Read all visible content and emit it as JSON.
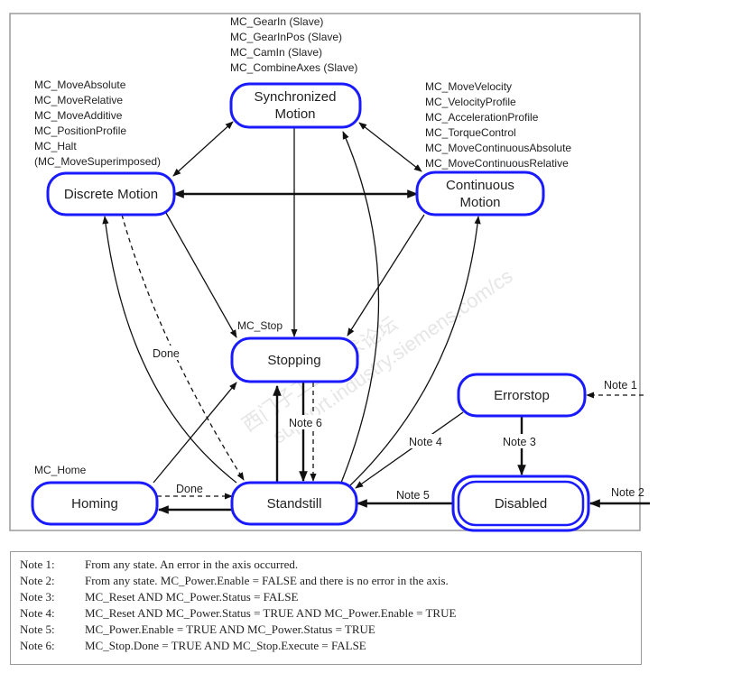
{
  "states": {
    "synchronized": {
      "line1": "Synchronized",
      "line2": "Motion"
    },
    "discrete": {
      "label": "Discrete Motion"
    },
    "continuous": {
      "line1": "Continuous",
      "line2": "Motion"
    },
    "stopping": {
      "label": "Stopping"
    },
    "errorstop": {
      "label": "Errorstop"
    },
    "homing": {
      "label": "Homing"
    },
    "standstill": {
      "label": "Standstill"
    },
    "disabled": {
      "label": "Disabled"
    }
  },
  "function_blocks": {
    "synchronized": [
      "MC_GearIn (Slave)",
      "MC_GearInPos (Slave)",
      "MC_CamIn (Slave)",
      "MC_CombineAxes (Slave)"
    ],
    "discrete": [
      "MC_MoveAbsolute",
      "MC_MoveRelative",
      "MC_MoveAdditive",
      "MC_PositionProfile",
      "MC_Halt",
      "(MC_MoveSuperimposed)"
    ],
    "continuous": [
      "MC_MoveVelocity",
      "MC_VelocityProfile",
      "MC_AccelerationProfile",
      "MC_TorqueControl",
      "MC_MoveContinuousAbsolute",
      "MC_MoveContinuousRelative"
    ],
    "stop": "MC_Stop",
    "home": "MC_Home"
  },
  "edge_labels": {
    "done_discrete": "Done",
    "done_homing": "Done",
    "note1": "Note 1",
    "note2": "Note 2",
    "note3": "Note 3",
    "note4": "Note 4",
    "note5": "Note 5",
    "note6": "Note 6"
  },
  "watermark": {
    "line1": "西门子工业 技术论坛",
    "line2": "support.industry.siemens.com/cs"
  },
  "notes": [
    {
      "key": "Note 1:",
      "text": "From any state. An error in the axis occurred."
    },
    {
      "key": "Note 2:",
      "text": "From any state. MC_Power.Enable = FALSE and there is no error in the axis."
    },
    {
      "key": "Note 3:",
      "text": "MC_Reset AND MC_Power.Status = FALSE"
    },
    {
      "key": "Note 4:",
      "text": "MC_Reset AND MC_Power.Status = TRUE AND MC_Power.Enable = TRUE"
    },
    {
      "key": "Note 5:",
      "text": "MC_Power.Enable = TRUE AND MC_Power.Status = TRUE"
    },
    {
      "key": "Note 6:",
      "text": "MC_Stop.Done = TRUE AND MC_Stop.Execute = FALSE"
    }
  ],
  "colors": {
    "state_border": "#1a1aff",
    "frame": "#9a9a9a",
    "text": "#222222"
  }
}
